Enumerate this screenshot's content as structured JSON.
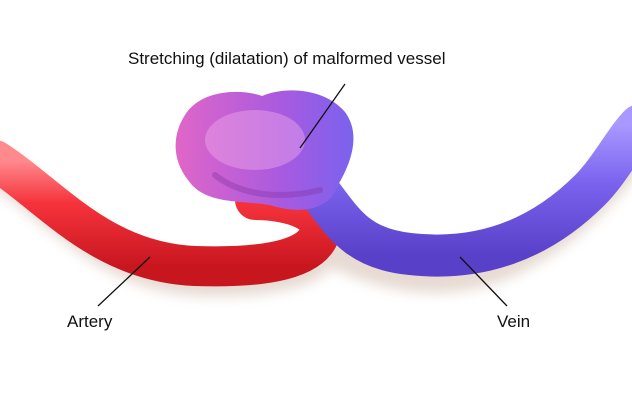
{
  "labels": {
    "title": "Stretching (dilatation) of malformed vessel",
    "artery": "Artery",
    "vein": "Vein"
  },
  "colors": {
    "artery": "#f0323c",
    "vein": "#7a62ee",
    "malformation": "#b45ad8"
  }
}
